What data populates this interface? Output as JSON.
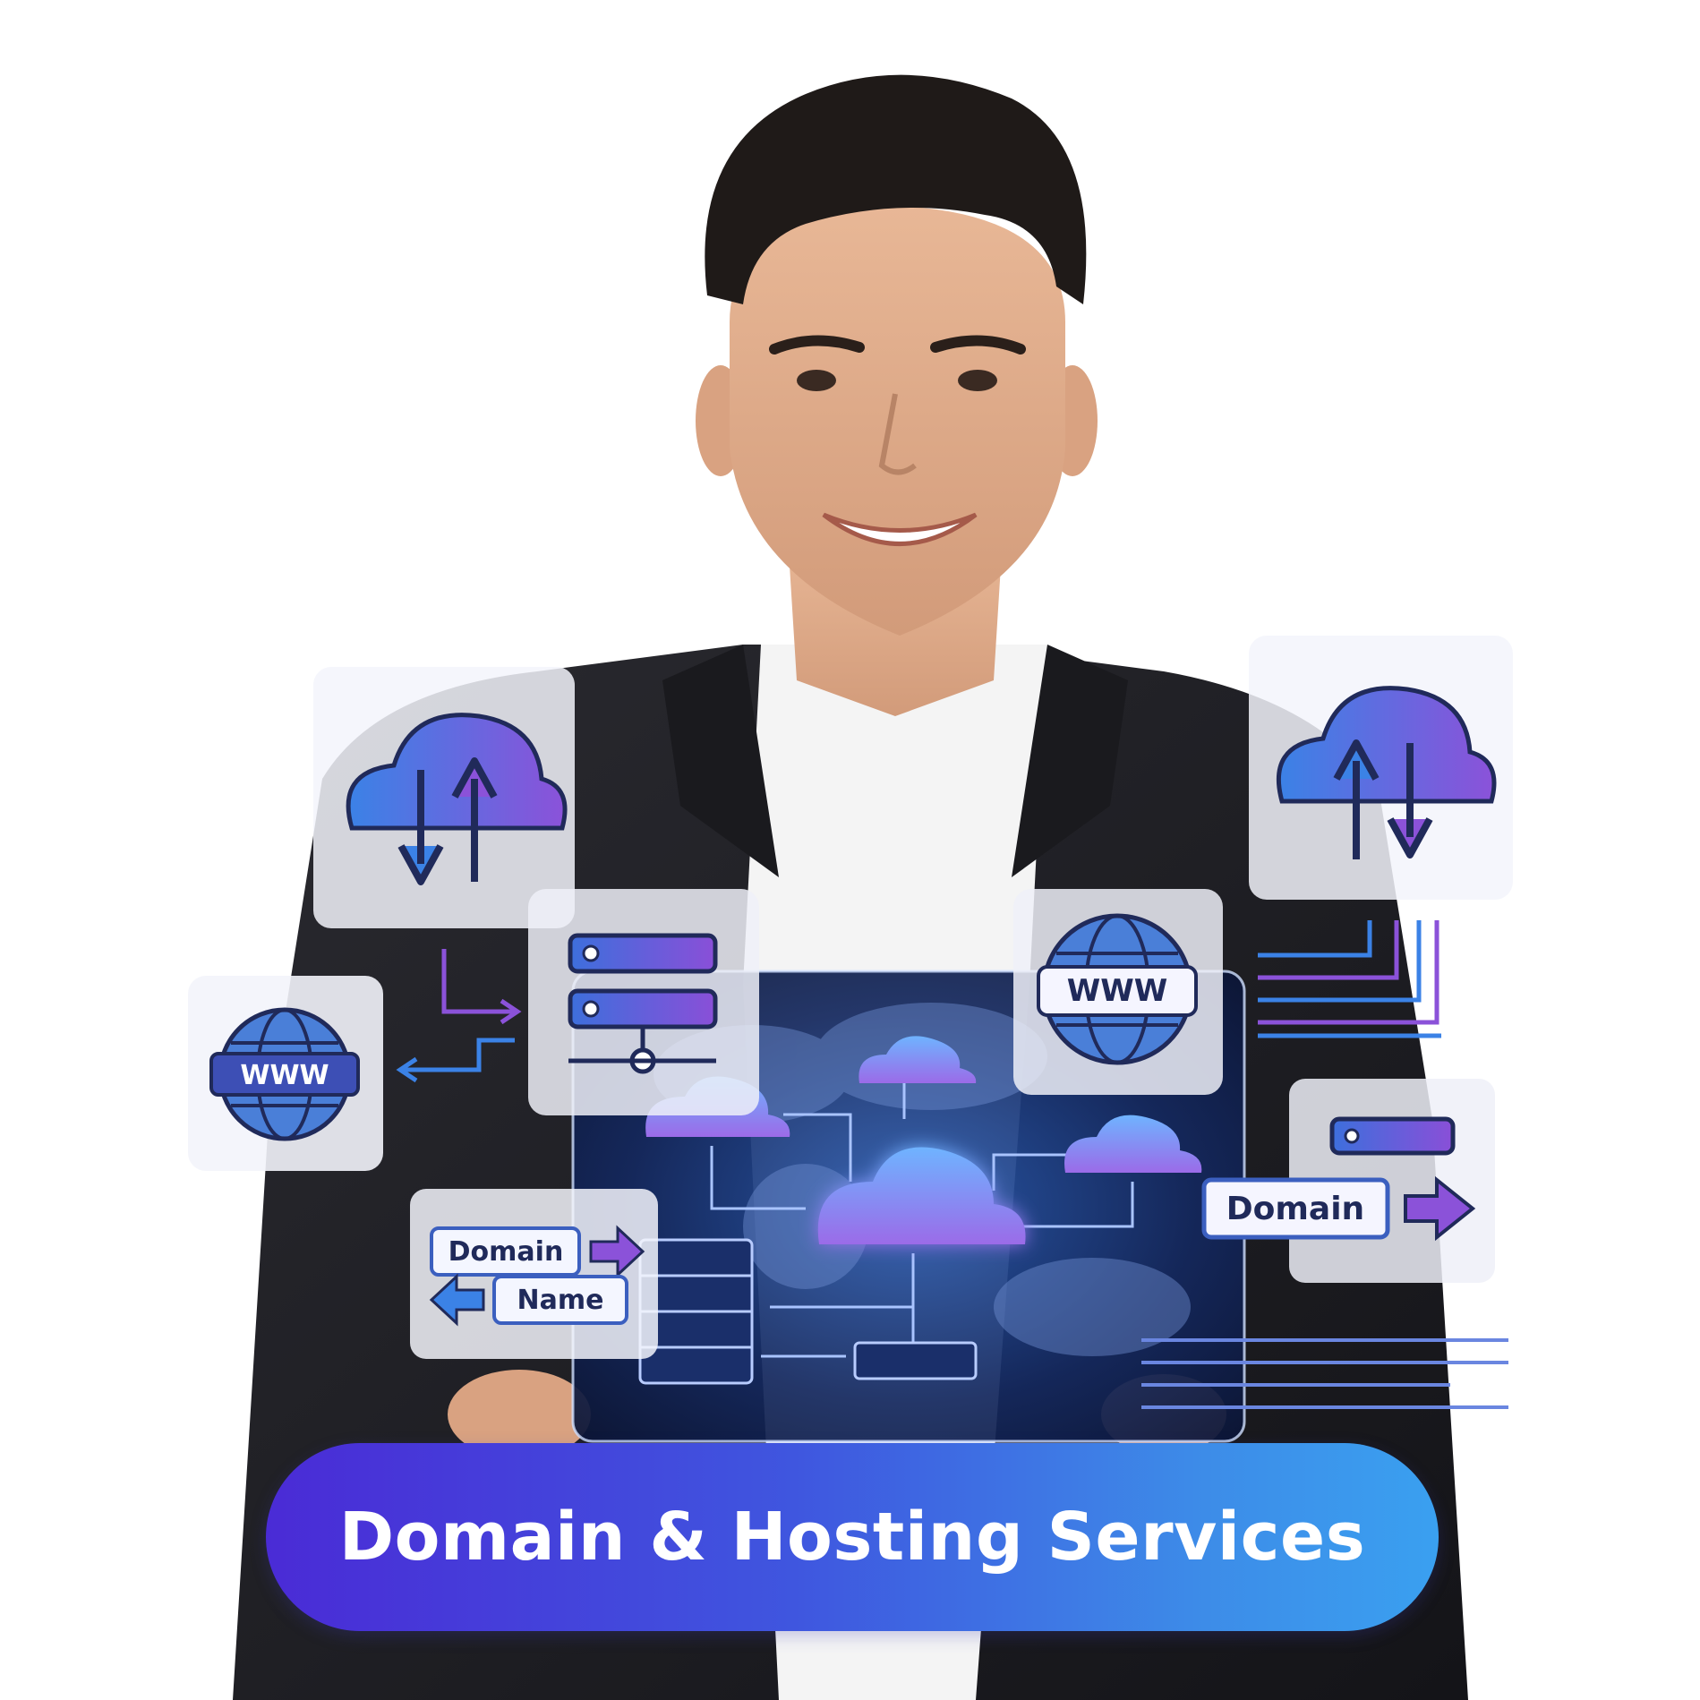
{
  "banner": {
    "title": "Domain & Hosting Services"
  },
  "labels": {
    "www_left": "WWW",
    "www_right": "WWW",
    "domain_left": "Domain",
    "name_left": "Name",
    "domain_right": "Domain"
  },
  "icons": [
    "cloud-upload-download-icon",
    "server-rack-icon",
    "globe-www-icon",
    "cloud-icon",
    "arrow-right-icon",
    "arrow-left-icon",
    "world-map-icon"
  ],
  "colors": {
    "banner_start": "#4a2bd6",
    "banner_end": "#3aa0f0",
    "icon_blue": "#3b7fe0",
    "icon_purple": "#8a4fd8",
    "screen_dark": "#0f1f4a",
    "jacket": "#1e1e22"
  }
}
